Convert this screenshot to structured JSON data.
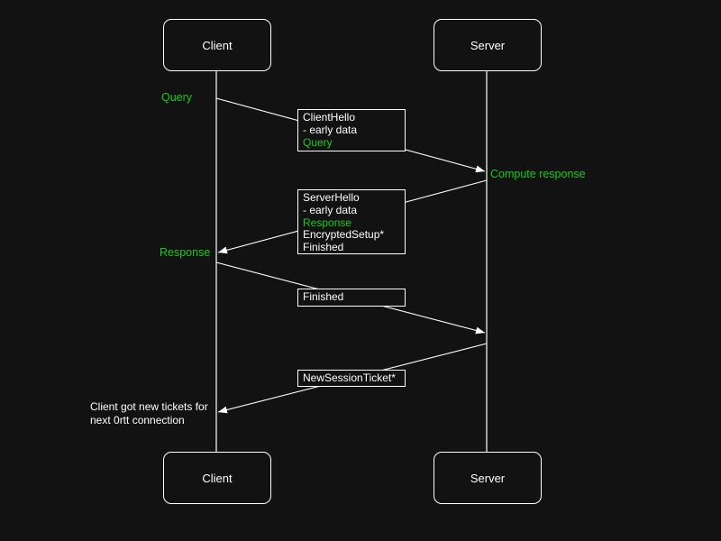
{
  "colors": {
    "background": "#121212",
    "accent_green": "#18cc18",
    "line_white": "#ffffff"
  },
  "actors": {
    "client_top": "Client",
    "server_top": "Server",
    "client_bottom": "Client",
    "server_bottom": "Server"
  },
  "labels": {
    "query": "Query",
    "compute_response": "Compute response",
    "response": "Response",
    "note_line1": "Client got new tickets for",
    "note_line2": "next 0rtt connection"
  },
  "message_boxes": {
    "client_hello": {
      "lines": [
        {
          "text": "ClientHello",
          "color": "#ffffff"
        },
        {
          "text": "- early data",
          "color": "#ffffff"
        },
        {
          "text": "Query",
          "color": "#18cc18"
        }
      ]
    },
    "server_hello": {
      "lines": [
        {
          "text": "ServerHello",
          "color": "#ffffff"
        },
        {
          "text": "- early data",
          "color": "#ffffff"
        },
        {
          "text": "Response",
          "color": "#18cc18"
        },
        {
          "text": "EncryptedSetup*",
          "color": "#ffffff"
        },
        {
          "text": "Finished",
          "color": "#ffffff"
        }
      ]
    },
    "finished": {
      "lines": [
        {
          "text": "Finished",
          "color": "#ffffff"
        }
      ]
    },
    "new_session_ticket": {
      "lines": [
        {
          "text": "NewSessionTicket*",
          "color": "#ffffff"
        }
      ]
    }
  }
}
